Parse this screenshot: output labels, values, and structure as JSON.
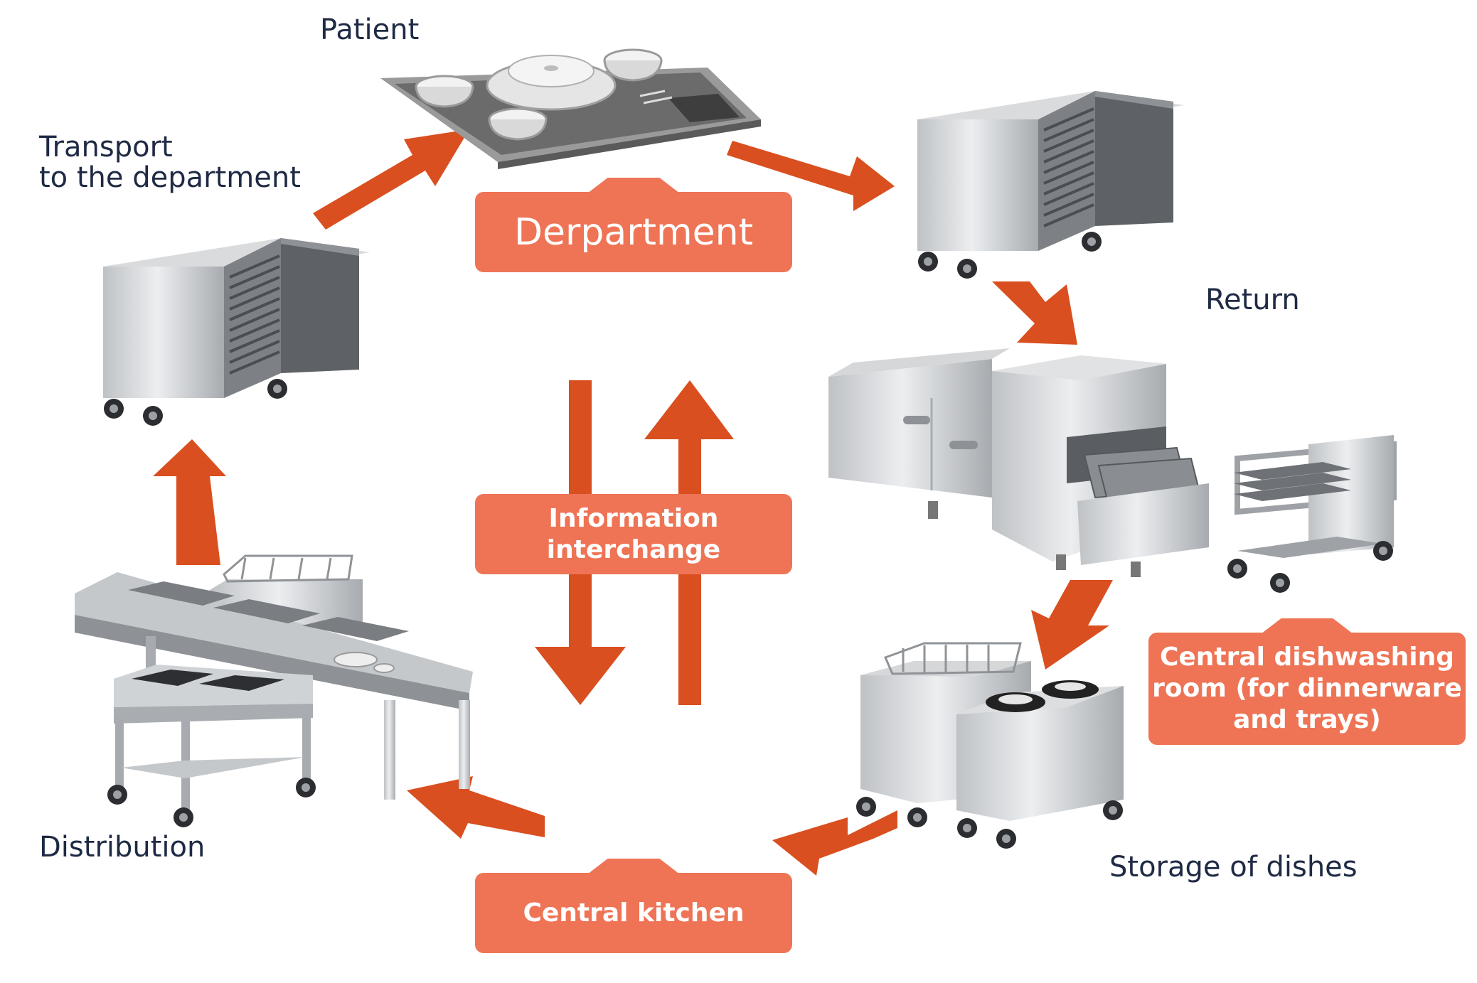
{
  "labels": {
    "patient": "Patient",
    "transport_line1": "Transport",
    "transport_line2": "to the department",
    "return": "Return",
    "distribution": "Distribution",
    "storage": "Storage of dishes"
  },
  "boxes": {
    "department": "Derpartment",
    "information_line1": "Information",
    "information_line2": "interchange",
    "dishwashing_line1": "Central dishwashing",
    "dishwashing_line2": "room (for dinnerware",
    "dishwashing_line3": "and trays)",
    "central_kitchen": "Central kitchen"
  },
  "colors": {
    "arrow": "#d94f1f",
    "box": "#ee7455",
    "text": "#1f2a44",
    "steel_light": "#d6d8da",
    "steel_dark": "#8e9297"
  },
  "icons": {
    "patient": "meal-tray-icon",
    "transport": "food-cart-icon",
    "return": "food-cart-icon",
    "dishwashing": "dishwasher-icon",
    "storage": "dish-dispenser-icon",
    "distribution": "distribution-table-icon"
  }
}
